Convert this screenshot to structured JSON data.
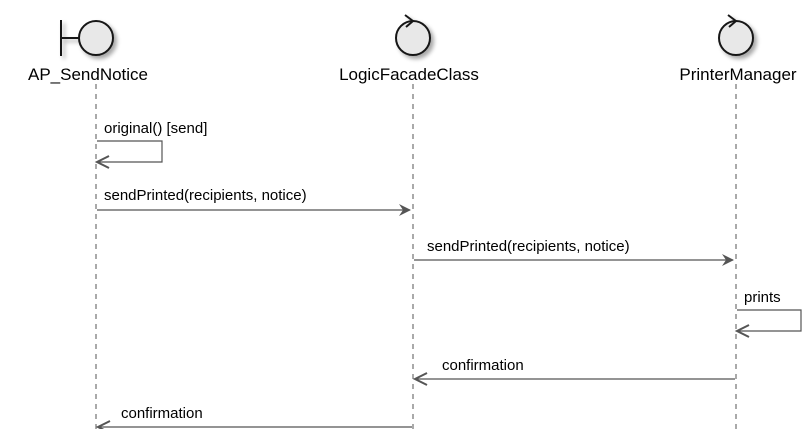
{
  "participants": [
    {
      "id": "ap",
      "name": "AP_SendNotice",
      "kind": "boundary-icon"
    },
    {
      "id": "lf",
      "name": "LogicFacadeClass",
      "kind": "control-icon"
    },
    {
      "id": "pm",
      "name": "PrinterManager",
      "kind": "control-icon"
    }
  ],
  "messages": [
    {
      "from": "ap",
      "to": "ap",
      "label": "original() [send]",
      "style": "solid"
    },
    {
      "from": "ap",
      "to": "lf",
      "label": "sendPrinted(recipients, notice)",
      "style": "solid"
    },
    {
      "from": "lf",
      "to": "pm",
      "label": "sendPrinted(recipients, notice)",
      "style": "solid"
    },
    {
      "from": "pm",
      "to": "pm",
      "label": "prints",
      "style": "solid"
    },
    {
      "from": "pm",
      "to": "lf",
      "label": "confirmation",
      "style": "solid"
    },
    {
      "from": "lf",
      "to": "ap",
      "label": "confirmation",
      "style": "solid"
    }
  ],
  "colors": {
    "icon_fill": "#e8e8e8",
    "icon_stroke": "#181818",
    "shadow": "#bfbfbf",
    "arrow": "#555555",
    "lifeline": "#555555"
  }
}
